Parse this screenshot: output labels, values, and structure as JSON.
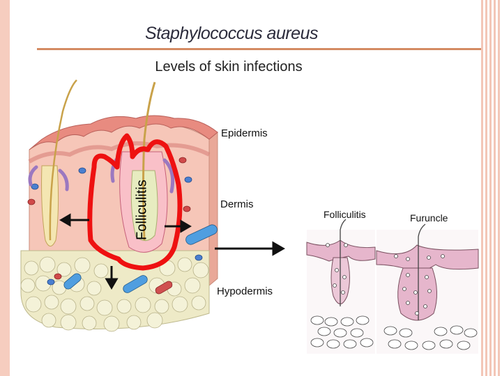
{
  "title": "Staphylococcus aureus",
  "subtitle": "Levels of skin infections",
  "labels": {
    "epidermis": "Epidermis",
    "dermis": "Dermis",
    "hypodermis": "Hypodermis",
    "folliculitis_vertical": "Folliculitis",
    "folliculitis_panel": "Folliculitis",
    "furuncle_panel": "Furuncle"
  },
  "colors": {
    "title_rule": "#d48b63",
    "border": "#f6cdbf",
    "infection_outline": "#ee1111",
    "skin_pink": "#f2a7a0",
    "fat": "#f1efd0"
  }
}
